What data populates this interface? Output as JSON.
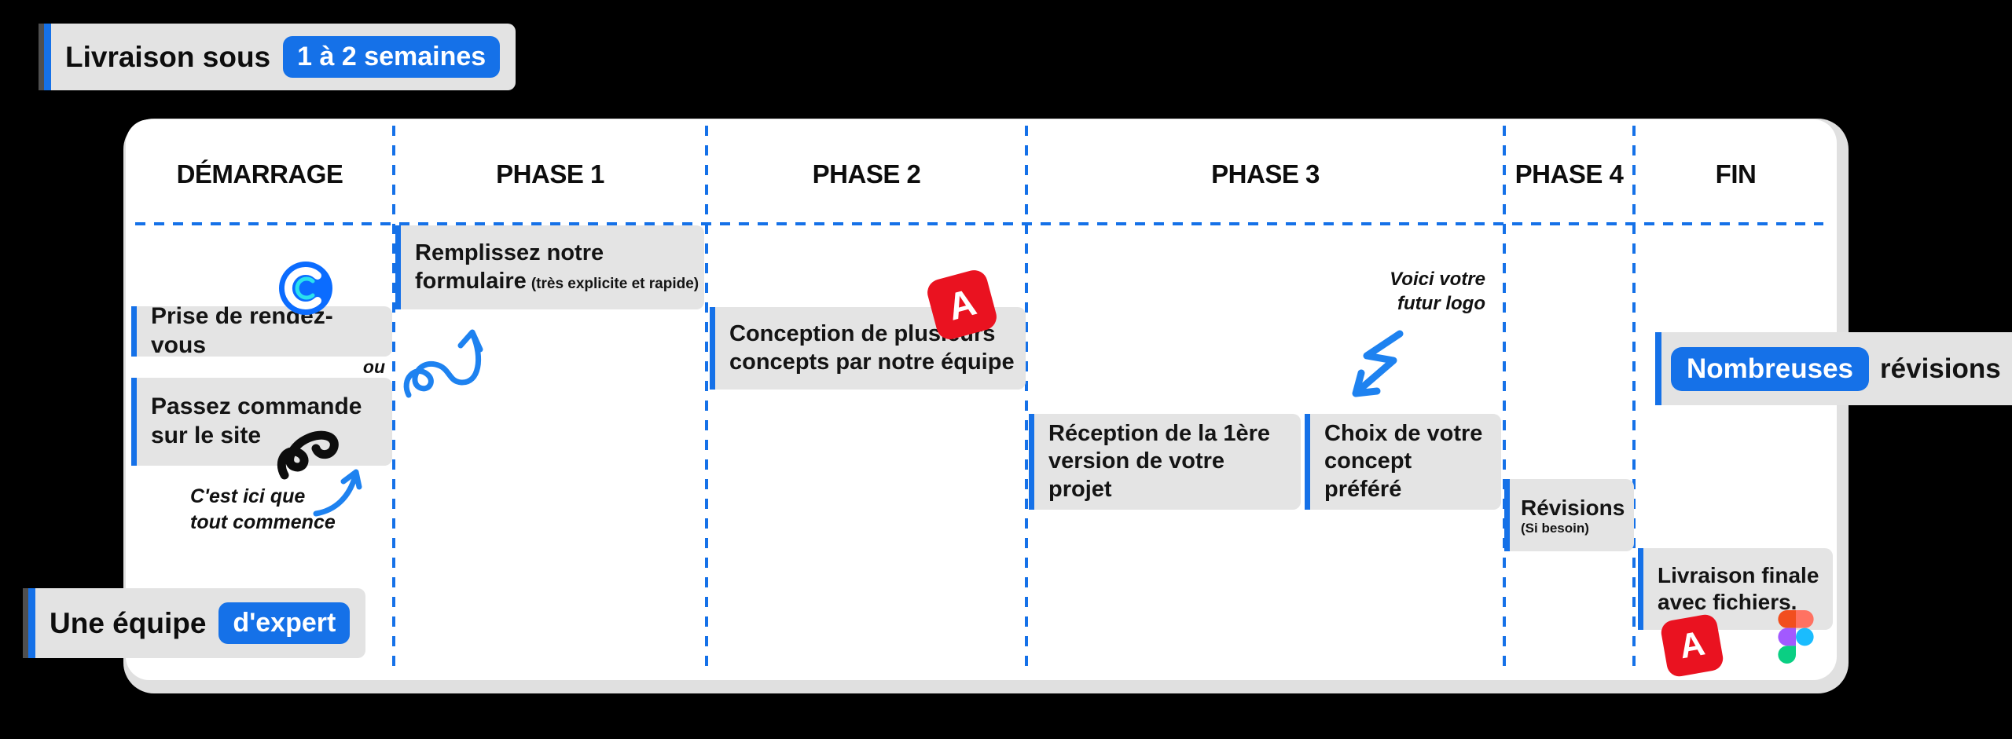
{
  "colors": {
    "accent_blue": "#1571E8",
    "box_gray": "#E4E4E4",
    "badge_gray": "#E3E3E3",
    "panel_white": "#FFFFFF",
    "background_black": "#000000",
    "adobe_red": "#EA1220",
    "calendly_blue": "#0B6CFF",
    "calendly_cyan": "#2AE1EE",
    "figma_orange": "#F24E1E",
    "figma_salmon": "#FF7262",
    "figma_purple": "#A259FF",
    "figma_blue": "#1ABCFE",
    "figma_green": "#0ACF83"
  },
  "badges": {
    "delivery": {
      "prefix": "Livraison sous",
      "highlight": "1 à 2 semaines"
    },
    "team": {
      "prefix": "Une équipe",
      "highlight": "d'expert"
    },
    "many_revisions": {
      "highlight": "Nombreuses",
      "suffix": "révisions"
    }
  },
  "timeline": {
    "headers": [
      "DÉMARRAGE",
      "PHASE 1",
      "PHASE 2",
      "PHASE 3",
      "PHASE 4",
      "FIN"
    ]
  },
  "cards": {
    "rendezvous": {
      "text": "Prise de rendez-vous"
    },
    "ou_label": "ou",
    "commande": {
      "line1": "Passez commande",
      "line2": "sur le site"
    },
    "commence_note": {
      "line1": "C'est ici que",
      "line2": "tout commence"
    },
    "formulaire": {
      "line1": "Remplissez notre",
      "line2": "formulaire",
      "note": "(très explicite et rapide)"
    },
    "conception": {
      "line1": "Conception de plusieurs",
      "line2": "concepts par notre équipe"
    },
    "futur_logo_note": {
      "line1": "Voici votre",
      "line2": "futur logo"
    },
    "reception": {
      "line1": "Réception de la 1ère",
      "line2": "version de votre projet"
    },
    "choix": {
      "line1": "Choix de votre",
      "line2": "concept préféré"
    },
    "revisions": {
      "text": "Révisions",
      "note": "(Si besoin)"
    },
    "livraison": {
      "line1": "Livraison finale",
      "line2": "avec fichiers."
    }
  },
  "icons": {
    "adobe_letter": "A"
  }
}
